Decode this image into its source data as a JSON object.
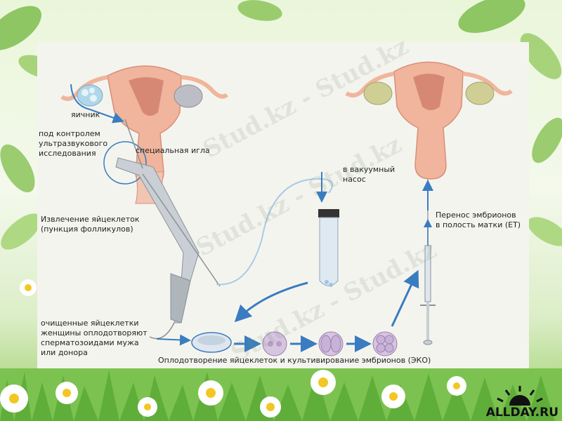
{
  "labels": {
    "ovary": "яичник",
    "ultrasound": [
      "под контролем",
      "ультразвукового",
      "исследования"
    ],
    "needle": "специальная игла",
    "extraction": [
      "Извлечение яйцеклеток",
      "(пункция фолликулов)"
    ],
    "vacuum": [
      "в вакуумный",
      "насос"
    ],
    "transfer": [
      "Перенос эмбрионов",
      "в полость матки (ET)"
    ],
    "fertilize": [
      "очищенные яйцеклетки",
      "женщины оплодотворяют",
      " сперматозоидами мужа",
      "или донора"
    ],
    "culture": "Оплодотворение яйцеклеток и культивирование эмбрионов (ЭКО)"
  },
  "watermark": "Stud.kz - Stud.kz",
  "logo": {
    "text": "ALLDAY.RU",
    "icon": "sun-logo-icon"
  },
  "colors": {
    "uterus": "#f0b59c",
    "uterus_inner": "#c76a5a",
    "ovary_left": "#aed7ea",
    "ovary_right": "#bdbdc6",
    "ovary_yellow": "#cfcf95",
    "arrow": "#3a7cc0",
    "tube": "#a9cbe3",
    "device": "#c9cfd4"
  }
}
